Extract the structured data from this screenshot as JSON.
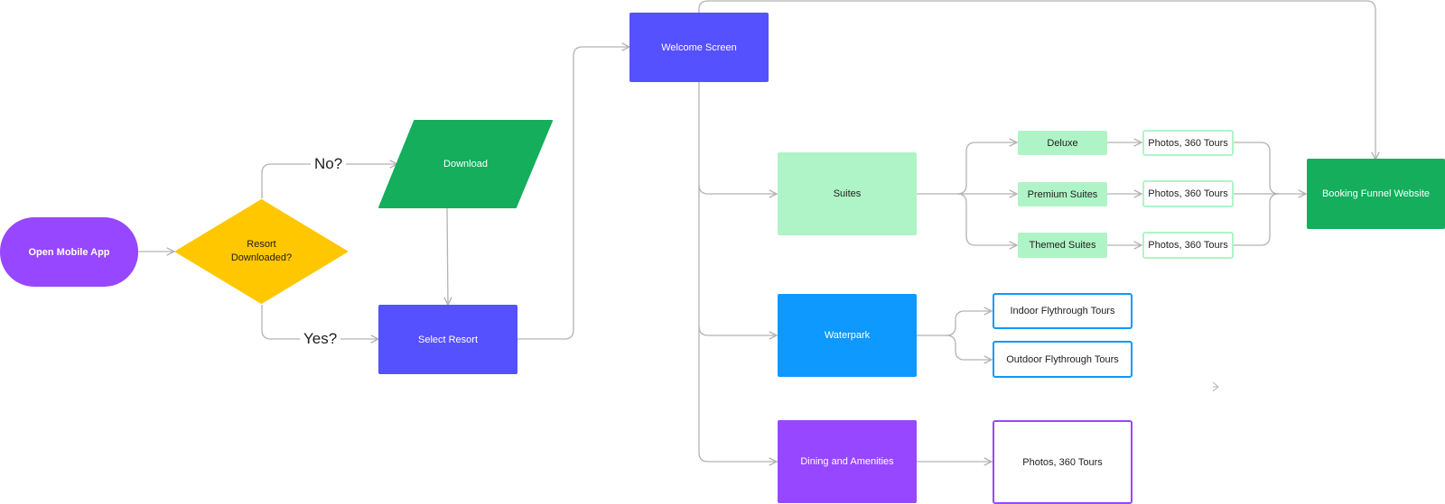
{
  "colors": {
    "purple": "#9747ff",
    "yellow": "#ffc700",
    "green": "#14ae5c",
    "indigo": "#5551ff",
    "light_green": "#aff4c6",
    "blue": "#0d99ff",
    "connector": "#b3b3b3"
  },
  "nodes": {
    "open_app": "Open Mobile App",
    "resort_downloaded": "Resort\nDownloaded?",
    "download": "Download",
    "select_resort": "Select Resort",
    "welcome": "Welcome Screen",
    "suites": "Suites",
    "deluxe": "Deluxe",
    "premium": "Premium Suites",
    "themed": "Themed Suites",
    "photos_deluxe": "Photos, 360 Tours",
    "photos_premium": "Photos, 360 Tours",
    "photos_themed": "Photos, 360 Tours",
    "booking": "Booking Funnel Website",
    "waterpark": "Waterpark",
    "indoor": "Indoor Flythrough Tours",
    "outdoor": "Outdoor Flythrough Tours",
    "dining": "Dining and Amenities",
    "photos_dining": "Photos, 360 Tours"
  },
  "edge_labels": {
    "no": "No?",
    "yes": "Yes?"
  },
  "icons": {
    "connector_arrow": "chevron-right-icon",
    "stray_arrow": "chevron-right-icon"
  }
}
